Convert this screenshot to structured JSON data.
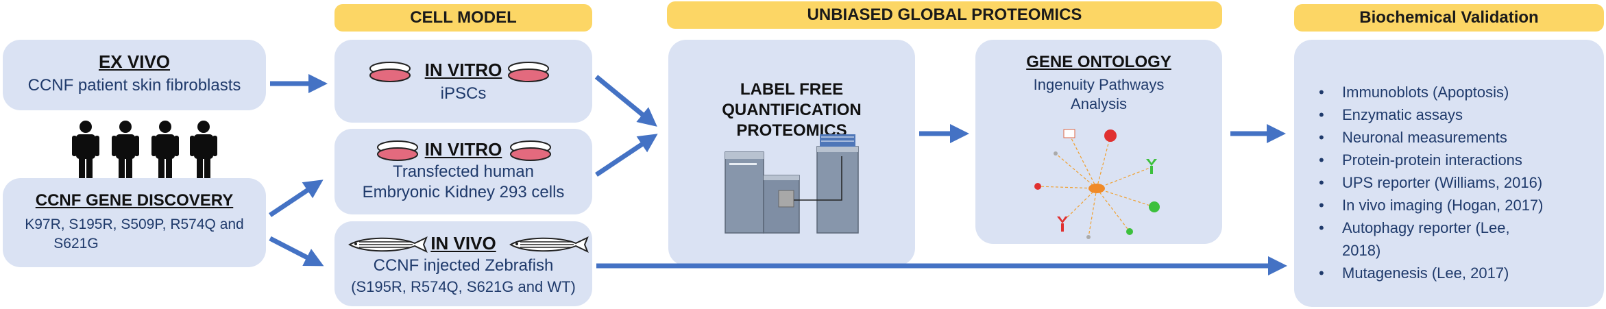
{
  "headers": {
    "cell_model": "CELL MODEL",
    "proteomics": "UNBIASED GLOBAL PROTEOMICS",
    "validation": "Biochemical Validation"
  },
  "ex_vivo": {
    "title": "EX VIVO",
    "line1": "CCNF patient skin fibroblasts"
  },
  "gene_discovery": {
    "title": "CCNF GENE DISCOVERY",
    "line1": "K97R, S195R, S509P, R574Q and",
    "line2": "S621G"
  },
  "in_vitro_ipsc": {
    "title": "IN VITRO",
    "line1": "iPSCs"
  },
  "in_vitro_hek": {
    "title": "IN VITRO",
    "line1": "Transfected human",
    "line2": "Embryonic Kidney 293 cells"
  },
  "in_vivo": {
    "title": "IN VIVO",
    "line1": "CCNF injected Zebrafish",
    "line2": "(S195R, R574Q, S621G and WT)"
  },
  "label_free": {
    "line1": "LABEL FREE",
    "line2": "QUANTIFICATION",
    "line3": "PROTEOMICS"
  },
  "gene_ontology": {
    "title": "GENE ONTOLOGY",
    "line1": "Ingenuity Pathways",
    "line2": "Analysis"
  },
  "validation": {
    "bullet": "•",
    "items": [
      "Immunoblots (Apoptosis)",
      "Enzymatic assays",
      "Neuronal measurements",
      "Protein-protein interactions",
      "UPS reporter (Williams, 2016)",
      "In vivo imaging (Hogan, 2017)",
      "Autophagy reporter (Lee,",
      "2018)",
      "Mutagenesis (Lee, 2017)"
    ]
  },
  "colors": {
    "box_fill": "#dae2f3",
    "header_fill": "#fcd665",
    "arrow": "#4472c4",
    "dish_pink": "#e36a7e"
  }
}
